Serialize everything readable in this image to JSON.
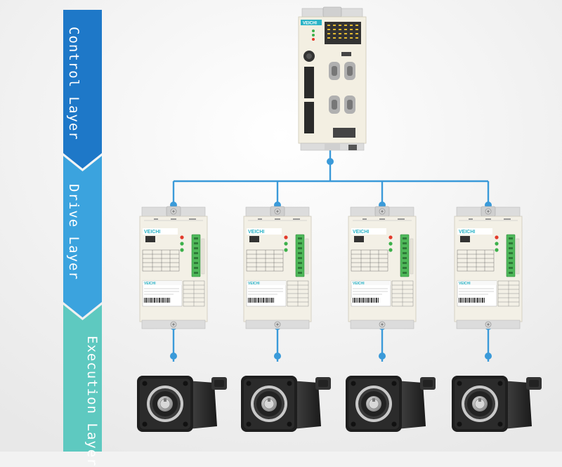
{
  "layers": {
    "control": "Control Layer",
    "drive": "Drive Layer",
    "execution_line1": "Execution",
    "execution_line2": "Layer"
  },
  "controller": {
    "brand": "VEICHI"
  },
  "drives": [
    {
      "brand": "VEICHI",
      "label_brand": "VEICHI"
    },
    {
      "brand": "VEICHI",
      "label_brand": "VEICHI"
    },
    {
      "brand": "VEICHI",
      "label_brand": "VEICHI"
    },
    {
      "brand": "VEICHI",
      "label_brand": "VEICHI"
    }
  ],
  "colors": {
    "control_layer": "#1e78c8",
    "drive_layer": "#3ba3de",
    "execution_layer": "#5ec9c0",
    "connector": "#3a9ad9",
    "brand": "#2ab3c6"
  }
}
